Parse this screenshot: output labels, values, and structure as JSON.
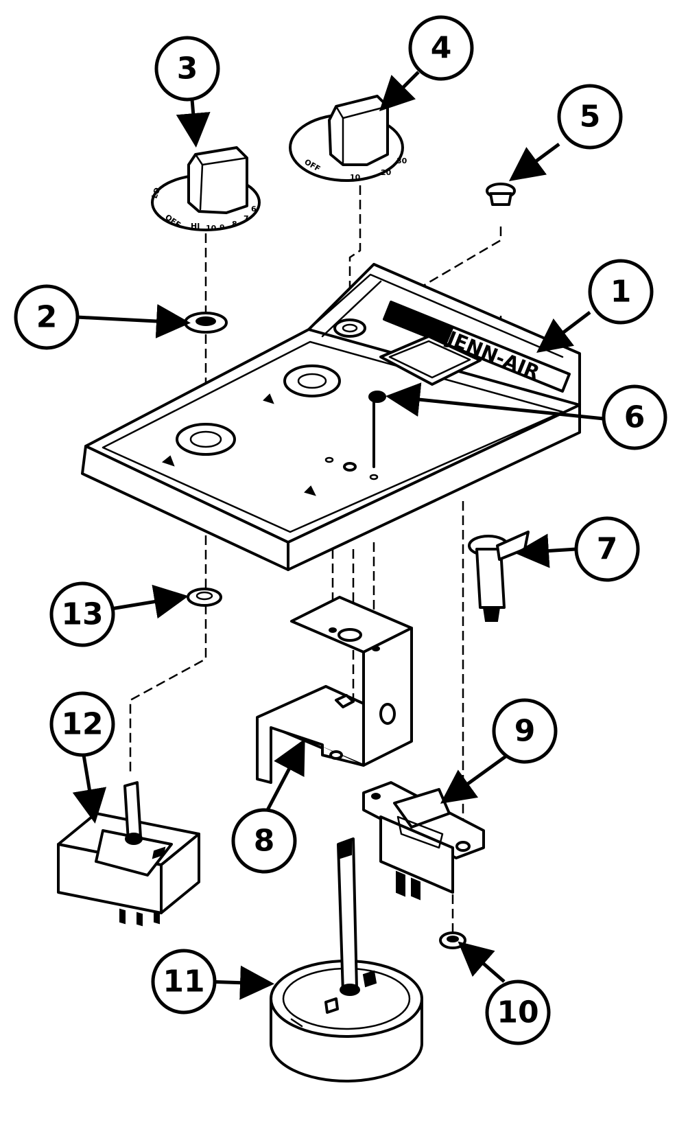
{
  "brand_label": "JENN-AIR",
  "dial_left": [
    "OFF",
    "HI",
    "10",
    "9",
    "8",
    "7",
    "6",
    "LO"
  ],
  "dial_right": [
    "OFF",
    "10",
    "20",
    "30"
  ],
  "callouts": [
    {
      "label": "1"
    },
    {
      "label": "2"
    },
    {
      "label": "3"
    },
    {
      "label": "4"
    },
    {
      "label": "5"
    },
    {
      "label": "6"
    },
    {
      "label": "7"
    },
    {
      "label": "8"
    },
    {
      "label": "9"
    },
    {
      "label": "10"
    },
    {
      "label": "11"
    },
    {
      "label": "12"
    },
    {
      "label": "13"
    }
  ]
}
